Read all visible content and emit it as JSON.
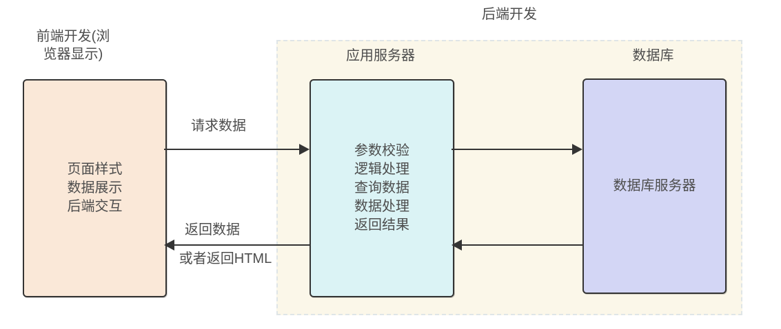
{
  "colors": {
    "canvas_bg": "#ffffff",
    "backend_area_fill": "#fbf7e9",
    "backend_area_border": "#dfe5e7",
    "frontend_box_fill": "#fae8d8",
    "app_server_box_fill": "#dbf3f5",
    "database_box_fill": "#d3d6f5",
    "box_border": "#343434",
    "arrow_color": "#343434",
    "text_color": "#4d4d4d"
  },
  "labels": {
    "backend_area_title": "后端开发",
    "frontend_label": [
      "前端开发(浏",
      "览器显示)"
    ],
    "app_server_label": "应用服务器",
    "database_label": "数据库"
  },
  "boxes": {
    "frontend": {
      "lines": [
        "页面样式",
        "数据展示",
        "后端交互"
      ]
    },
    "app_server": {
      "lines": [
        "参数校验",
        "逻辑处理",
        "查询数据",
        "数据处理",
        "返回结果"
      ]
    },
    "database": {
      "lines": [
        "数据库服务器"
      ]
    }
  },
  "arrows": {
    "request": {
      "label": "请求数据",
      "direction": "right"
    },
    "response": {
      "label_top": "返回数据",
      "label_bottom": "或者返回HTML",
      "direction": "left"
    },
    "query": {
      "direction": "right"
    },
    "result": {
      "direction": "left"
    }
  }
}
